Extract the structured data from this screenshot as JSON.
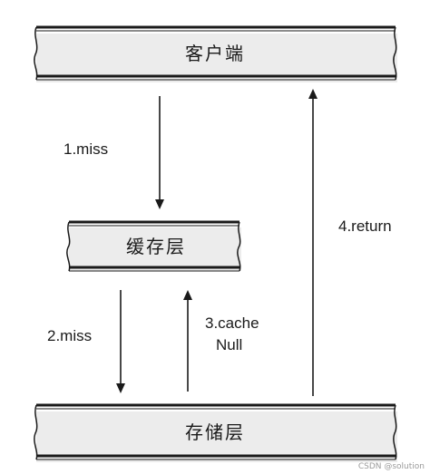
{
  "nodes": {
    "client": {
      "label": "客户端"
    },
    "cache": {
      "label": "缓存层"
    },
    "storage": {
      "label": "存储层"
    }
  },
  "edges": {
    "client_to_cache": {
      "label": "1.miss"
    },
    "cache_to_storage": {
      "label": "2.miss"
    },
    "storage_to_cache": {
      "label_line1": "3.cache",
      "label_line2": "Null"
    },
    "storage_to_client": {
      "label": "4.return"
    }
  },
  "watermark": {
    "text": "CSDN @solution"
  },
  "colors": {
    "stroke": "#1a1a1a",
    "box_fill": "#ffffff",
    "shadow": "#c8c8c8"
  }
}
